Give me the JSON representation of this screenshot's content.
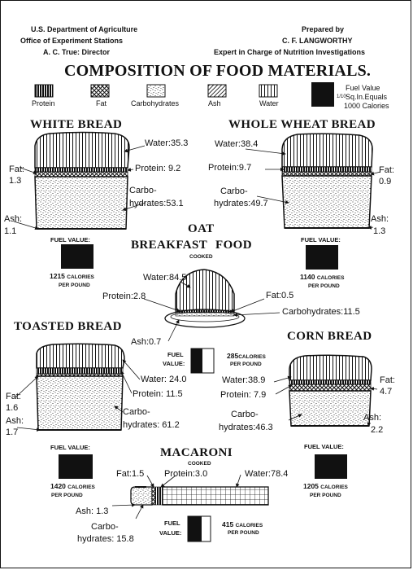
{
  "header": {
    "left_line1": "U.S. Department of Agriculture",
    "left_line2": "Office of Experiment Stations",
    "left_line3": "A. C. True: Director",
    "right_line1": "Prepared by",
    "right_line2": "C. F. LANGWORTHY",
    "right_line3": "Expert in Charge of Nutrition Investigations"
  },
  "title": "COMPOSITION OF FOOD MATERIALS.",
  "legend": {
    "protein": "Protein",
    "fat": "Fat",
    "carbohydrates": "Carbohydrates",
    "ash": "Ash",
    "water": "Water",
    "fuel_line1": "Fuel Value",
    "fuel_line2": "Sq.In.Equals",
    "fuel_frac": "1/10",
    "fuel_line3": "1000 Calories"
  },
  "foods": {
    "white_bread": {
      "name": "WHITE BREAD",
      "water": "Water:35.3",
      "protein": "Protein: 9.2",
      "fat_label": "Fat:",
      "fat_value": "1.3",
      "carbo_label": "Carbo-",
      "carbo_value": "hydrates:53.1",
      "ash_label": "Ash:",
      "ash_value": "1.1",
      "fuel_label": "FUEL VALUE:",
      "calories": "1215",
      "calories_unit": "CALORIES",
      "per_pound": "PER POUND"
    },
    "whole_wheat_bread": {
      "name": "WHOLE WHEAT BREAD",
      "water": "Water:38.4",
      "protein": "Protein:9.7",
      "fat_label": "Fat:",
      "fat_value": "0.9",
      "carbo_label": "Carbo-",
      "carbo_value": "hydrates:49.7",
      "ash_label": "Ash:",
      "ash_value": "1.3",
      "fuel_label": "FUEL VALUE:",
      "calories": "1140",
      "calories_unit": "CALORIES",
      "per_pound": "PER POUND"
    },
    "oat_breakfast_food": {
      "name_line1": "OAT",
      "name_line2": "BREAKFAST FOOD",
      "cooked": "COOKED",
      "water": "Water:84.5",
      "protein": "Protein:2.8",
      "fat": "Fat:0.5",
      "carbo": "Carbohydrates:11.5",
      "ash": "Ash:0.7",
      "fuel_label_line1": "FUEL",
      "fuel_label_line2": "VALUE:",
      "calories": "285",
      "calories_unit": "CALORIES",
      "per_pound": "PER POUND"
    },
    "toasted_bread": {
      "name": "TOASTED BREAD",
      "water": "Water: 24.0",
      "protein": "Protein: 11.5",
      "fat_label": "Fat:",
      "fat_value": "1.6",
      "ash_label": "Ash:",
      "ash_value": "1.7",
      "carbo_label": "Carbo-",
      "carbo_value": "hydrates: 61.2",
      "fuel_label": "FUEL VALUE:",
      "calories": "1420",
      "calories_unit": "CALORIES",
      "per_pound": "PER POUND"
    },
    "corn_bread": {
      "name": "CORN BREAD",
      "water": "Water:38.9",
      "protein": "Protein: 7.9",
      "fat_label": "Fat:",
      "fat_value": "4.7",
      "carbo_label": "Carbo-",
      "carbo_value": "hydrates:46.3",
      "ash_label": "Ash:",
      "ash_value": "2.2",
      "fuel_label": "FUEL VALUE:",
      "calories": "1205",
      "calories_unit": "CALORIES",
      "per_pound": "PER POUND"
    },
    "macaroni": {
      "name": "MACARONI",
      "cooked": "COOKED",
      "fat": "Fat:1.5",
      "protein": "Protein:3.0",
      "water": "Water:78.4",
      "ash": "Ash: 1.3",
      "carbo_label": "Carbo-",
      "carbo_value": "hydrates: 15.8",
      "fuel_label_line1": "FUEL",
      "fuel_label_line2": "VALUE:",
      "calories": "415",
      "calories_unit": "CALORIES",
      "per_pound": "PER POUND"
    }
  },
  "colors": {
    "ink": "#111111",
    "paper": "#ffffff"
  }
}
